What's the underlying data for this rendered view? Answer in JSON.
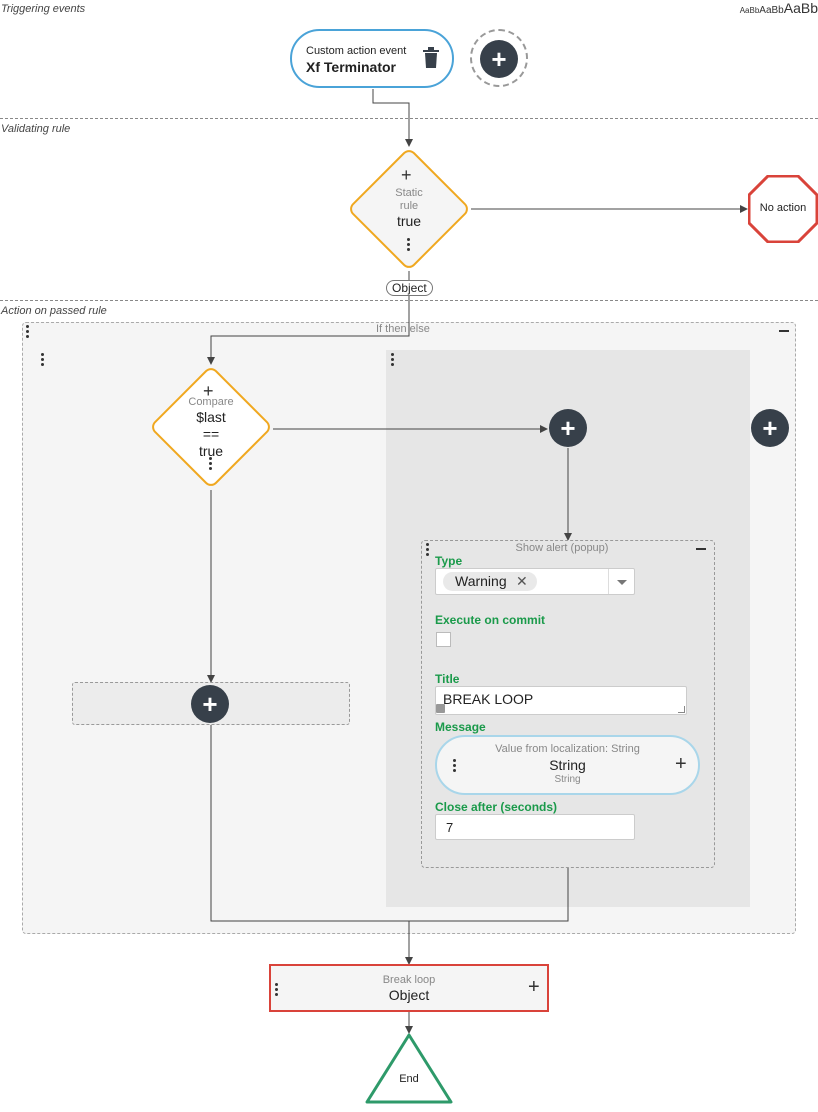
{
  "sections": {
    "triggering": "Triggering events",
    "validating": "Validating rule",
    "action": "Action on passed rule"
  },
  "font_sample": {
    "xs": "AaBb",
    "s": "AaBb",
    "m": "AaBb"
  },
  "trigger": {
    "type": "Custom action event",
    "name": "Xf Terminator"
  },
  "static_rule": {
    "line1": "Static",
    "line2": "rule",
    "value": "true"
  },
  "no_action": "No action",
  "object_pill": "Object",
  "if_then_else": "If then else",
  "compare": {
    "label": "Compare",
    "line1": "$last",
    "line2": "==",
    "line3": "true"
  },
  "show_alert": {
    "title": "Show alert (popup)",
    "type_label": "Type",
    "type_value": "Warning",
    "execute_label": "Execute on commit",
    "title_label": "Title",
    "title_value": "BREAK LOOP",
    "message_label": "Message",
    "message_sub": "Value from localization: String",
    "message_main": "String",
    "message_small": "String",
    "close_label": "Close after (seconds)",
    "close_value": "7"
  },
  "break_loop": {
    "label": "Break loop",
    "value": "Object"
  },
  "end": "End",
  "colors": {
    "accent_blue": "#4aa3d8",
    "diamond_orange": "#f0a820",
    "stop_red": "#d9433a",
    "end_green": "#2e9a6a",
    "label_green": "#1a9a4a",
    "dark_node": "#37404a"
  }
}
